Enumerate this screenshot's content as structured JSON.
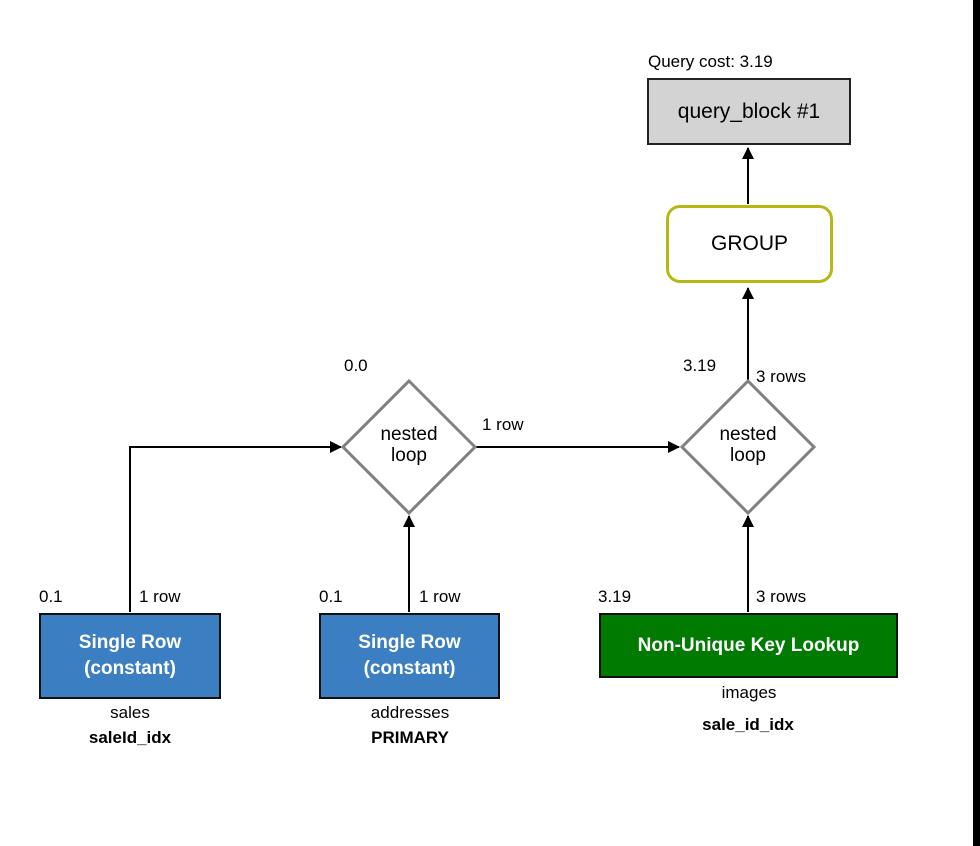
{
  "query_cost_label": "Query cost: 3.19",
  "query_block": {
    "label": "query_block #1"
  },
  "group": {
    "label": "GROUP"
  },
  "nested_loops": [
    {
      "label_line1": "nested",
      "label_line2": "loop",
      "cost": "0.0",
      "output_rows": "1 row"
    },
    {
      "label_line1": "nested",
      "label_line2": "loop",
      "cost": "3.19",
      "output_rows": "3 rows"
    }
  ],
  "tables": [
    {
      "access_line1": "Single Row",
      "access_line2": "(constant)",
      "table": "sales",
      "key": "saleId_idx",
      "cost": "0.1",
      "rows": "1 row"
    },
    {
      "access_line1": "Single Row",
      "access_line2": "(constant)",
      "table": "addresses",
      "key": "PRIMARY",
      "cost": "0.1",
      "rows": "1 row"
    },
    {
      "access_line1": "Non-Unique Key Lookup",
      "access_line2": "",
      "table": "images",
      "key": "sale_id_idx",
      "cost": "3.19",
      "rows": "3 rows"
    }
  ],
  "colors": {
    "single_row_access": "#3c7ec2",
    "non_unique_lookup": "#007a00",
    "group_border": "#b5b815",
    "query_block_fill": "#d3d3d3",
    "diamond_border": "#808080"
  }
}
